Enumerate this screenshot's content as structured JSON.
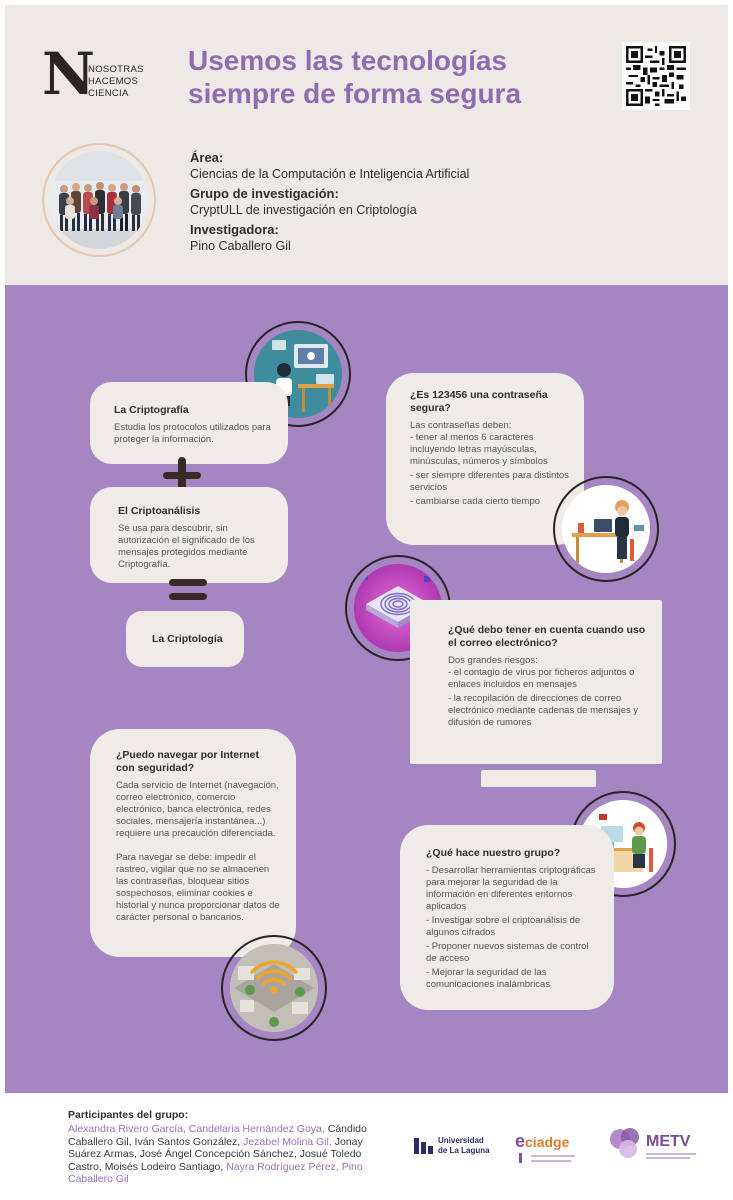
{
  "brand": {
    "letter": "N",
    "line1": "NOSOTRAS",
    "line2": "HACEMOS",
    "line3": "CIENCIA"
  },
  "title": {
    "line1": "Usemos las tecnologías",
    "line2": "siempre de forma segura"
  },
  "info": {
    "area_label": "Área:",
    "area_value": "Ciencias de la Computación e Inteligencia Artificial",
    "group_label": "Grupo de investigación:",
    "group_value": "CryptULL de investigación en Criptología",
    "researcher_label": "Investigadora:",
    "researcher_value": "Pino Caballero Gil"
  },
  "cards": {
    "cripto": {
      "title": "La Criptografía",
      "text": "Estudia los protocolos utilizados para proteger la información."
    },
    "analisis": {
      "title": "El Criptoanálisis",
      "text": "Se usa para descubrir, sin autorización el significado de los mensajes protegidos mediante Criptografía."
    },
    "criptologia": {
      "title": "La Criptología"
    },
    "password": {
      "title": "¿Es 123456 una contraseña segura?",
      "intro": "Las contraseñas deben:",
      "items": [
        "- tener al menos 6 caracteres incluyendo letras mayúsculas, minúsculas, números y símbolos",
        "- ser siempre diferentes para distintos servicios",
        "- cambiarse cada cierto tiempo"
      ]
    },
    "email": {
      "title": "¿Qué debo tener en cuenta cuando uso el correo electrónico?",
      "intro": "Dos grandes riesgos:",
      "items": [
        "- el contagio de virus por ficheros adjuntos o enlaces incluidos en mensajes",
        "- la recopilación de direcciones de correo electrónico mediante cadenas de mensajes y difusión de rumores"
      ]
    },
    "internet": {
      "title": "¿Puedo navegar por Internet con seguridad?",
      "p1": "Cada servicio de Internet (navegación, correo electrónico, comercio electrónico, banca electrónica, redes sociales, mensajería instantánea...) requiere una precaución diferenciada.",
      "p2": "Para navegar se debe: impedir el rastreo, vigilar que no se almacenen las contraseñas, bloquear sitios sospechosos, eliminar cookies e historial y nunca proporcionar datos de carácter personal o bancarios."
    },
    "group": {
      "title": "¿Qué hace nuestro grupo?",
      "items": [
        "- Desarrollar herramientas criptográficas para mejorar la seguridad de la información en diferentes entornos aplicados",
        "- Investigar sobre el criptoanálisis de algunos cifrados",
        "- Proponer nuevos sistemas de control de acceso",
        "- Mejorar la seguridad de las comunicaciones inalámbricas"
      ]
    }
  },
  "footer": {
    "label": "Participantes del grupo:",
    "p1": "Alexandra Rivero García, Candelaria Hernández Goya,",
    "p2": " Cándido Caballero Gil, Iván Santos González, ",
    "p3": "Jezabel Molina Gil,",
    "p4": " Jonay Suárez Armas, José Ángel Concepción Sánchez, Josué Toledo Castro, Moisés Lodeiro Santiago, ",
    "p5": "Nayra Rodríguez Pérez, Pino Caballero Gil",
    "logo_ull_1": "Universidad",
    "logo_ull_2": "de La Laguna",
    "logo_ciadge": "ciadge",
    "logo_ciadge_e": "e",
    "logo_metv": "METV"
  },
  "colors": {
    "purple": "#a585c2",
    "title": "#8f6bb0",
    "card": "#efebe7",
    "header": "#ece9e6",
    "dark": "#3a2a26"
  }
}
